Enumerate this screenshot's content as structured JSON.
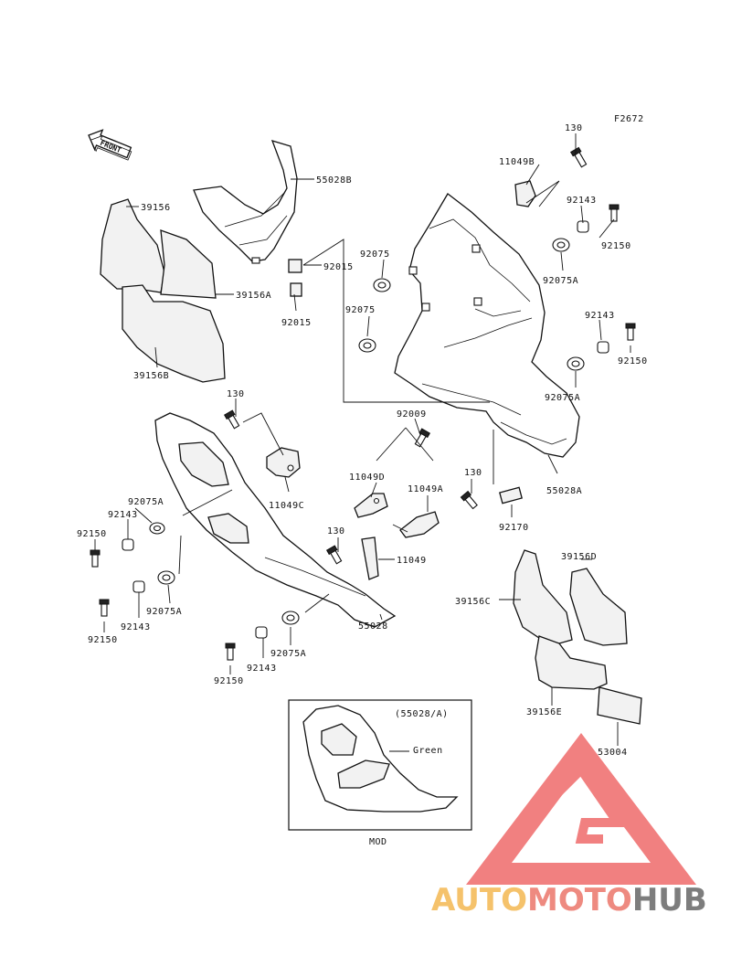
{
  "figure_code": "F2672",
  "front_label": "FRONT",
  "labels": {
    "l130a": "130",
    "l11049b": "11049B",
    "l92143a": "92143",
    "l92150a": "92150",
    "l55028b": "55028B",
    "l39156": "39156",
    "l92075a": "92075",
    "l92015a": "92015",
    "l92075A_a": "92075A",
    "l39156A": "39156A",
    "l92015b": "92015",
    "l92075b": "92075",
    "l92143b": "92143",
    "l92150b": "92150",
    "l39156B": "39156B",
    "l92075A_b": "92075A",
    "l130b": "130",
    "l92009": "92009",
    "l11049D": "11049D",
    "l11049A": "11049A",
    "l130c": "130",
    "l55028A": "55028A",
    "l11049C": "11049C",
    "l92075A_c": "92075A",
    "l92143c": "92143",
    "l92150c": "92150",
    "l92170": "92170",
    "l130d": "130",
    "l11049": "11049",
    "l39156D": "39156D",
    "l39156C": "39156C",
    "l92075A_d": "92075A",
    "l92143d": "92143",
    "l92150d": "92150",
    "l55028": "55028",
    "l92075A_e": "92075A",
    "l92143e": "92143",
    "l92150e": "92150",
    "l39156E": "39156E",
    "l53004": "53004"
  },
  "inset": {
    "ref": "(55028/A)",
    "color_note": "Green",
    "caption": "MOD"
  },
  "watermark": {
    "auto": "AUTO",
    "moto": "MOTO",
    "hub": "HUB",
    "color_auto": "#f5c26b",
    "color_moto": "#ee8a80",
    "color_hub": "#7d7d7d",
    "color_triangle": "#ef6b6b"
  }
}
